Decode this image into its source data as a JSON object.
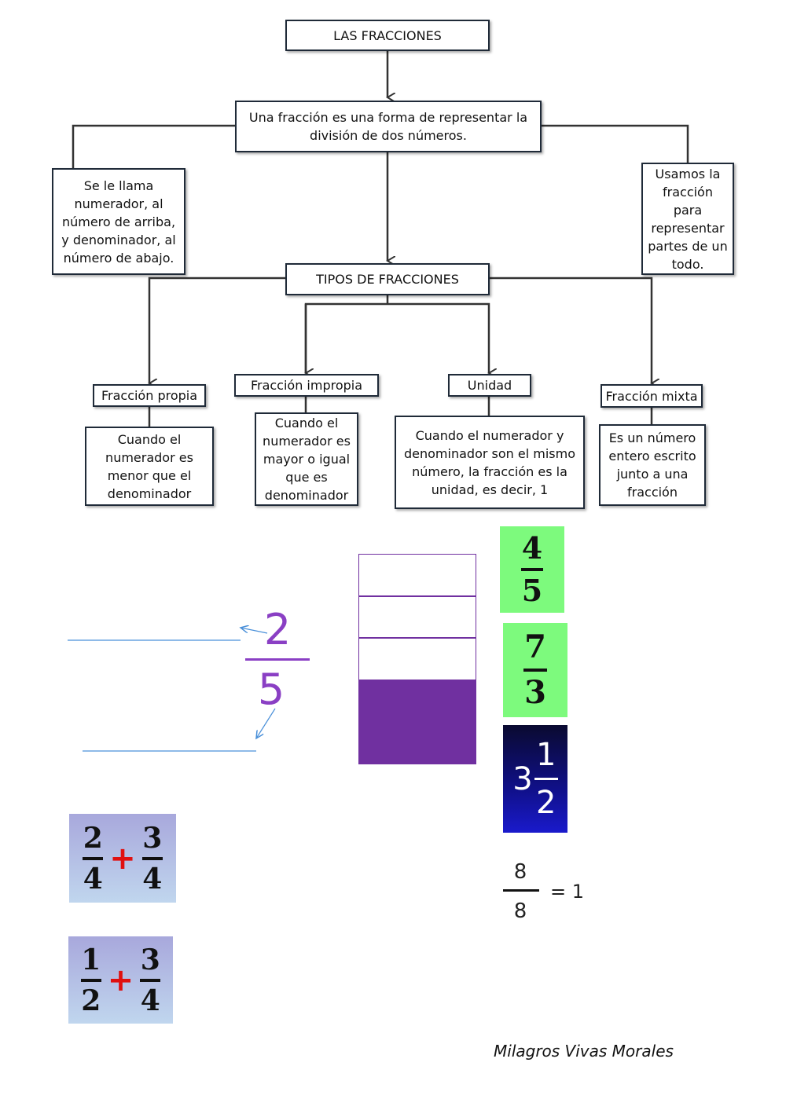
{
  "concept_map": {
    "title": "LAS FRACCIONES",
    "definition": "Una fracción es una forma de representar la división de dos números.",
    "left_note": "Se le llama numerador, al número de arriba, y denominador, al número de abajo.",
    "right_note": "Usamos la fracción para representar partes de un todo.",
    "types_title": "TIPOS DE FRACCIONES",
    "types": [
      {
        "label": "Fracción propia",
        "description": "Cuando el numerador es menor que el denominador"
      },
      {
        "label": "Fracción impropia",
        "description": "Cuando el numerador es mayor o igual que es denominador"
      },
      {
        "label": "Unidad",
        "description": "Cuando el numerador y denominador son el mismo número, la fracción es la unidad, es decir, 1"
      },
      {
        "label": "Fracción mixta",
        "description": "Es un número entero escrito junto a una fracción"
      }
    ]
  },
  "examples": {
    "labeled_fraction": {
      "numerator": "2",
      "denominator": "5",
      "color": "#8a3fc4"
    },
    "bar_model": {
      "total_parts": 5,
      "shaded_parts": 2,
      "shade_color": "#7030a0"
    },
    "proper": {
      "numerator": "4",
      "denominator": "5",
      "bg": "#7dfa7d"
    },
    "improper": {
      "numerator": "7",
      "denominator": "3",
      "bg": "#7dfa7d"
    },
    "mixed": {
      "whole": "3",
      "numerator": "1",
      "denominator": "2"
    },
    "unit": {
      "numerator": "8",
      "denominator": "8",
      "equals": "= 1"
    },
    "sum1": {
      "a_num": "2",
      "a_den": "4",
      "op": "+",
      "b_num": "3",
      "b_den": "4"
    },
    "sum2": {
      "a_num": "1",
      "a_den": "2",
      "op": "+",
      "b_num": "3",
      "b_den": "4"
    }
  },
  "author": "Milagros Vivas Morales"
}
